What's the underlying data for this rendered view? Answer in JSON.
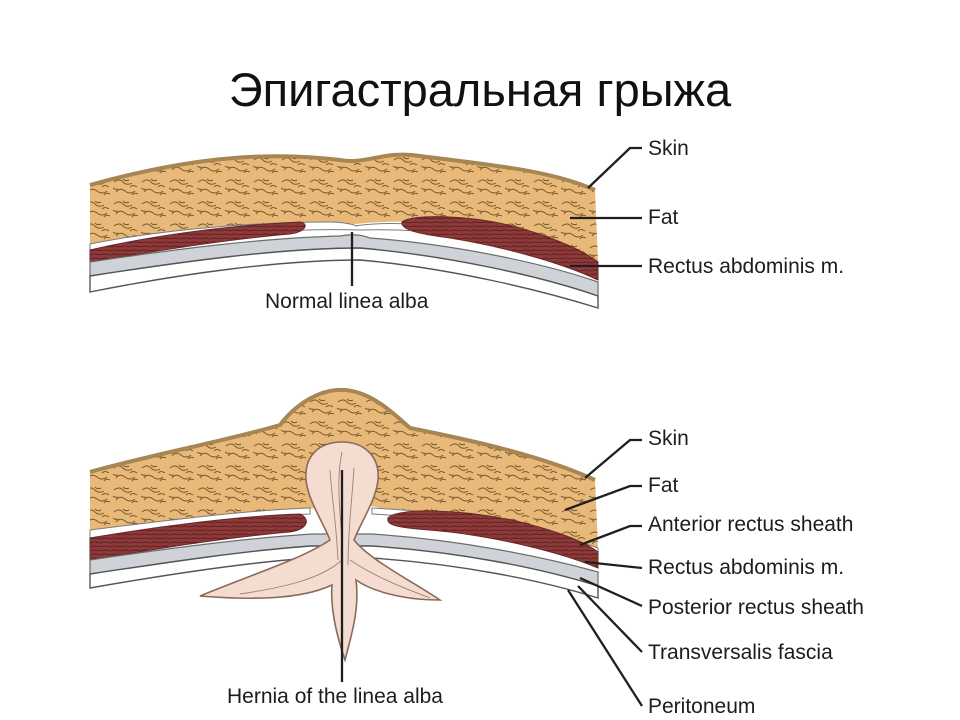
{
  "slide": {
    "title": "Эпигастральная грыжа"
  },
  "diagram": {
    "top_panel": {
      "labels": {
        "skin": "Skin",
        "fat": "Fat",
        "rectus": "Rectus abdominis m.",
        "linea": "Normal linea alba"
      }
    },
    "bottom_panel": {
      "labels": {
        "skin": "Skin",
        "fat": "Fat",
        "anterior": "Anterior rectus sheath",
        "rectus": "Rectus abdominis m.",
        "posterior": "Posterior rectus sheath",
        "transversalis": "Transversalis fascia",
        "peritoneum": "Peritoneum",
        "hernia": "Hernia of the linea alba"
      }
    },
    "colors": {
      "fat": "#e8b978",
      "skin": "#a88654",
      "muscle": "#8e3a3a",
      "sheath": "#cfd3d8",
      "hernia_sac": "#f4ddd0"
    }
  }
}
